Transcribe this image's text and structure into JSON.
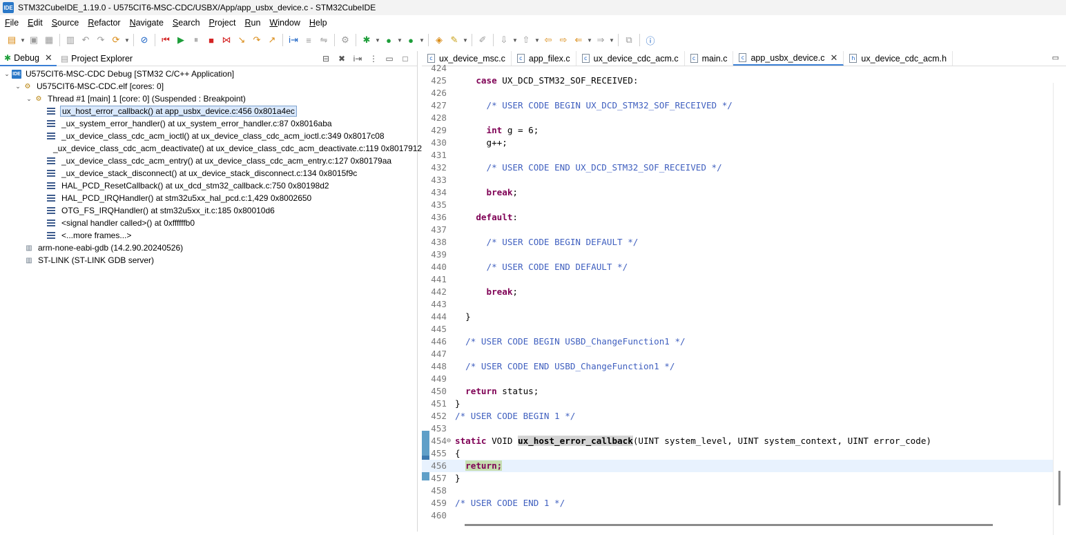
{
  "window": {
    "title": "STM32CubeIDE_1.19.0 - U575CIT6-MSC-CDC/USBX/App/app_usbx_device.c - STM32CubeIDE",
    "icon_text": "IDE"
  },
  "menu": [
    "File",
    "Edit",
    "Source",
    "Refactor",
    "Navigate",
    "Search",
    "Project",
    "Run",
    "Window",
    "Help"
  ],
  "left_panel": {
    "tabs": [
      {
        "label": "Debug",
        "active": true
      },
      {
        "label": "Project Explorer",
        "active": false
      }
    ],
    "tree": {
      "launch": "U575CIT6-MSC-CDC Debug [STM32 C/C++ Application]",
      "elf": "U575CIT6-MSC-CDC.elf [cores: 0]",
      "thread": "Thread #1 [main] 1 [core: 0] (Suspended : Breakpoint)",
      "frames": [
        "ux_host_error_callback() at app_usbx_device.c:456 0x801a4ec",
        "_ux_system_error_handler() at ux_system_error_handler.c:87 0x8016aba",
        "_ux_device_class_cdc_acm_ioctl() at ux_device_class_cdc_acm_ioctl.c:349 0x8017c08",
        "_ux_device_class_cdc_acm_deactivate() at ux_device_class_cdc_acm_deactivate.c:119 0x8017912",
        "_ux_device_class_cdc_acm_entry() at ux_device_class_cdc_acm_entry.c:127 0x80179aa",
        "_ux_device_stack_disconnect() at ux_device_stack_disconnect.c:134 0x8015f9c",
        "HAL_PCD_ResetCallback() at ux_dcd_stm32_callback.c:750 0x80198d2",
        "HAL_PCD_IRQHandler() at stm32u5xx_hal_pcd.c:1,429 0x8002650",
        "OTG_FS_IRQHandler() at stm32u5xx_it.c:185 0x80010d6",
        "<signal handler called>() at 0xffffffb0",
        "<...more frames...>"
      ],
      "gdb": "arm-none-eabi-gdb (14.2.90.20240526)",
      "stlink": "ST-LINK (ST-LINK GDB server)"
    }
  },
  "editor": {
    "tabs": [
      {
        "label": "ux_device_msc.c",
        "icon": "c"
      },
      {
        "label": "app_filex.c",
        "icon": "c"
      },
      {
        "label": "ux_device_cdc_acm.c",
        "icon": "c"
      },
      {
        "label": "main.c",
        "icon": "c"
      },
      {
        "label": "app_usbx_device.c",
        "icon": "c",
        "active": true
      },
      {
        "label": "ux_device_cdc_acm.h",
        "icon": "h"
      }
    ],
    "current_line": "456",
    "lines": [
      {
        "n": "424",
        "segs": []
      },
      {
        "n": "425",
        "segs": [
          [
            "p",
            "    "
          ],
          [
            "k",
            "case"
          ],
          [
            "p",
            " UX_DCD_STM32_SOF_RECEIVED:"
          ]
        ]
      },
      {
        "n": "426",
        "segs": []
      },
      {
        "n": "427",
        "segs": [
          [
            "p",
            "      "
          ],
          [
            "c",
            "/* USER CODE BEGIN UX_DCD_STM32_SOF_RECEIVED */"
          ]
        ]
      },
      {
        "n": "428",
        "segs": []
      },
      {
        "n": "429",
        "segs": [
          [
            "p",
            "      "
          ],
          [
            "k",
            "int"
          ],
          [
            "p",
            " g = 6;"
          ]
        ]
      },
      {
        "n": "430",
        "segs": [
          [
            "p",
            "      g++;"
          ]
        ]
      },
      {
        "n": "431",
        "segs": []
      },
      {
        "n": "432",
        "segs": [
          [
            "p",
            "      "
          ],
          [
            "c",
            "/* USER CODE END UX_DCD_STM32_SOF_RECEIVED */"
          ]
        ]
      },
      {
        "n": "433",
        "segs": []
      },
      {
        "n": "434",
        "segs": [
          [
            "p",
            "      "
          ],
          [
            "k",
            "break"
          ],
          [
            "p",
            ";"
          ]
        ]
      },
      {
        "n": "435",
        "segs": []
      },
      {
        "n": "436",
        "segs": [
          [
            "p",
            "    "
          ],
          [
            "k",
            "default"
          ],
          [
            "p",
            ":"
          ]
        ]
      },
      {
        "n": "437",
        "segs": []
      },
      {
        "n": "438",
        "segs": [
          [
            "p",
            "      "
          ],
          [
            "c",
            "/* USER CODE BEGIN DEFAULT */"
          ]
        ]
      },
      {
        "n": "439",
        "segs": []
      },
      {
        "n": "440",
        "segs": [
          [
            "p",
            "      "
          ],
          [
            "c",
            "/* USER CODE END DEFAULT */"
          ]
        ]
      },
      {
        "n": "441",
        "segs": []
      },
      {
        "n": "442",
        "segs": [
          [
            "p",
            "      "
          ],
          [
            "k",
            "break"
          ],
          [
            "p",
            ";"
          ]
        ]
      },
      {
        "n": "443",
        "segs": []
      },
      {
        "n": "444",
        "segs": [
          [
            "p",
            "  }"
          ]
        ]
      },
      {
        "n": "445",
        "segs": []
      },
      {
        "n": "446",
        "segs": [
          [
            "p",
            "  "
          ],
          [
            "c",
            "/* USER CODE BEGIN USBD_ChangeFunction1 */"
          ]
        ]
      },
      {
        "n": "447",
        "segs": []
      },
      {
        "n": "448",
        "segs": [
          [
            "p",
            "  "
          ],
          [
            "c",
            "/* USER CODE END USBD_ChangeFunction1 */"
          ]
        ]
      },
      {
        "n": "449",
        "segs": []
      },
      {
        "n": "450",
        "segs": [
          [
            "p",
            "  "
          ],
          [
            "k",
            "return"
          ],
          [
            "p",
            " status;"
          ]
        ]
      },
      {
        "n": "451",
        "segs": [
          [
            "p",
            "}"
          ]
        ]
      },
      {
        "n": "452",
        "segs": [
          [
            "c",
            "/* USER CODE BEGIN 1 */"
          ]
        ]
      },
      {
        "n": "453",
        "segs": []
      },
      {
        "n": "454",
        "fold": "⊖",
        "segs": [
          [
            "k",
            "static"
          ],
          [
            "p",
            " VOID "
          ],
          [
            "h",
            "ux_host_error_callback"
          ],
          [
            "p",
            "(UINT system_level, UINT system_context, UINT error_code)"
          ]
        ]
      },
      {
        "n": "455",
        "segs": [
          [
            "p",
            "{"
          ]
        ]
      },
      {
        "n": "456",
        "segs": [
          [
            "p",
            "  "
          ],
          [
            "r",
            "return;"
          ]
        ]
      },
      {
        "n": "457",
        "segs": [
          [
            "p",
            "}"
          ]
        ]
      },
      {
        "n": "458",
        "segs": []
      },
      {
        "n": "459",
        "segs": [
          [
            "c",
            "/* USER CODE END 1 */"
          ]
        ]
      },
      {
        "n": "460",
        "segs": []
      }
    ]
  }
}
